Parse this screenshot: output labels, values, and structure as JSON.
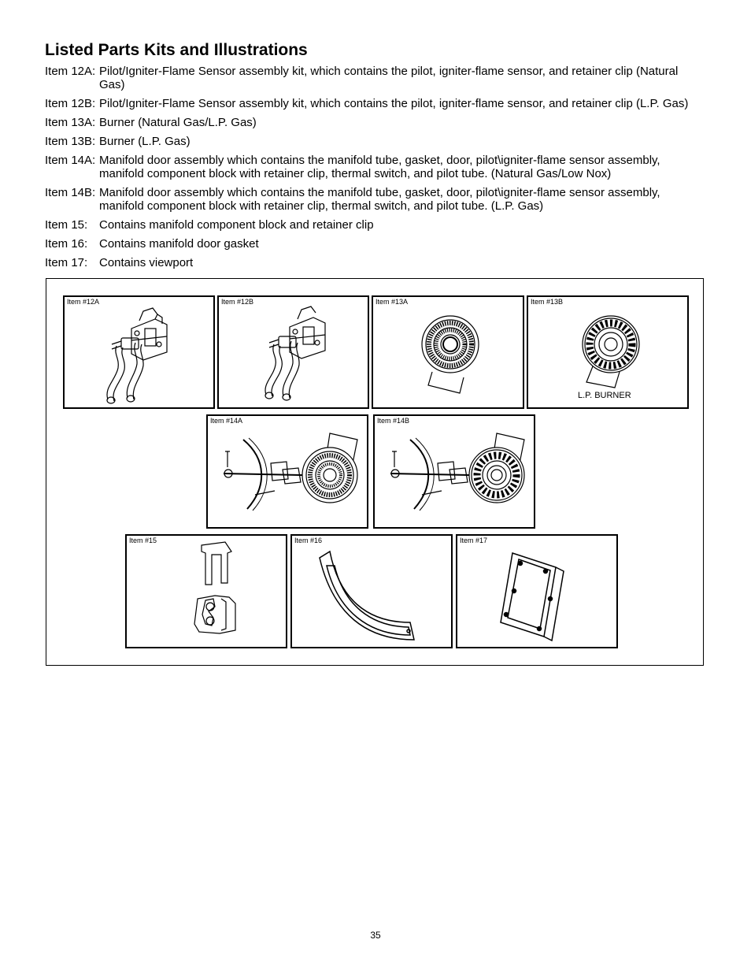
{
  "heading": "Listed Parts Kits and Illustrations",
  "items": [
    {
      "label": "Item 12A:",
      "text": "Pilot/Igniter-Flame Sensor assembly kit, which contains the pilot, igniter-flame sensor,  and retainer clip (Natural Gas)"
    },
    {
      "label": "Item 12B:",
      "text": "Pilot/Igniter-Flame Sensor assembly kit, which contains the pilot, igniter-flame sensor,  and retainer clip (L.P. Gas)"
    },
    {
      "label": "Item 13A:",
      "text": "Burner (Natural Gas/L.P. Gas)"
    },
    {
      "label": "Item 13B:",
      "text": "Burner (L.P. Gas)"
    },
    {
      "label": "Item 14A:",
      "text": "Manifold door assembly which contains the manifold tube, gasket, door, pilot\\igniter-flame sensor assembly, manifold component block with retainer clip, thermal switch, and pilot tube. (Natural Gas/Low Nox)"
    },
    {
      "label": "Item 14B:",
      "text": "Manifold door assembly which contains the manifold tube, gasket, door, pilot\\igniter-flame sensor assembly, manifold component block with retainer clip, thermal switch, and pilot tube. (L.P. Gas)"
    },
    {
      "label": "Item 15:",
      "text": "Contains manifold component block and retainer clip"
    },
    {
      "label": "Item 16:",
      "text": "Contains manifold door gasket"
    },
    {
      "label": "Item 17:",
      "text": "Contains viewport"
    }
  ],
  "illustrations": {
    "p12a": "Item #12A",
    "p12b": "Item #12B",
    "p13a": "Item #13A",
    "p13b": "Item #13B",
    "p13b_caption": "L.P. BURNER",
    "p14a": "Item #14A",
    "p14b": "Item #14B",
    "p15": "Item #15",
    "p16": "Item #16",
    "p17": "Item #17"
  },
  "page_number": "35"
}
